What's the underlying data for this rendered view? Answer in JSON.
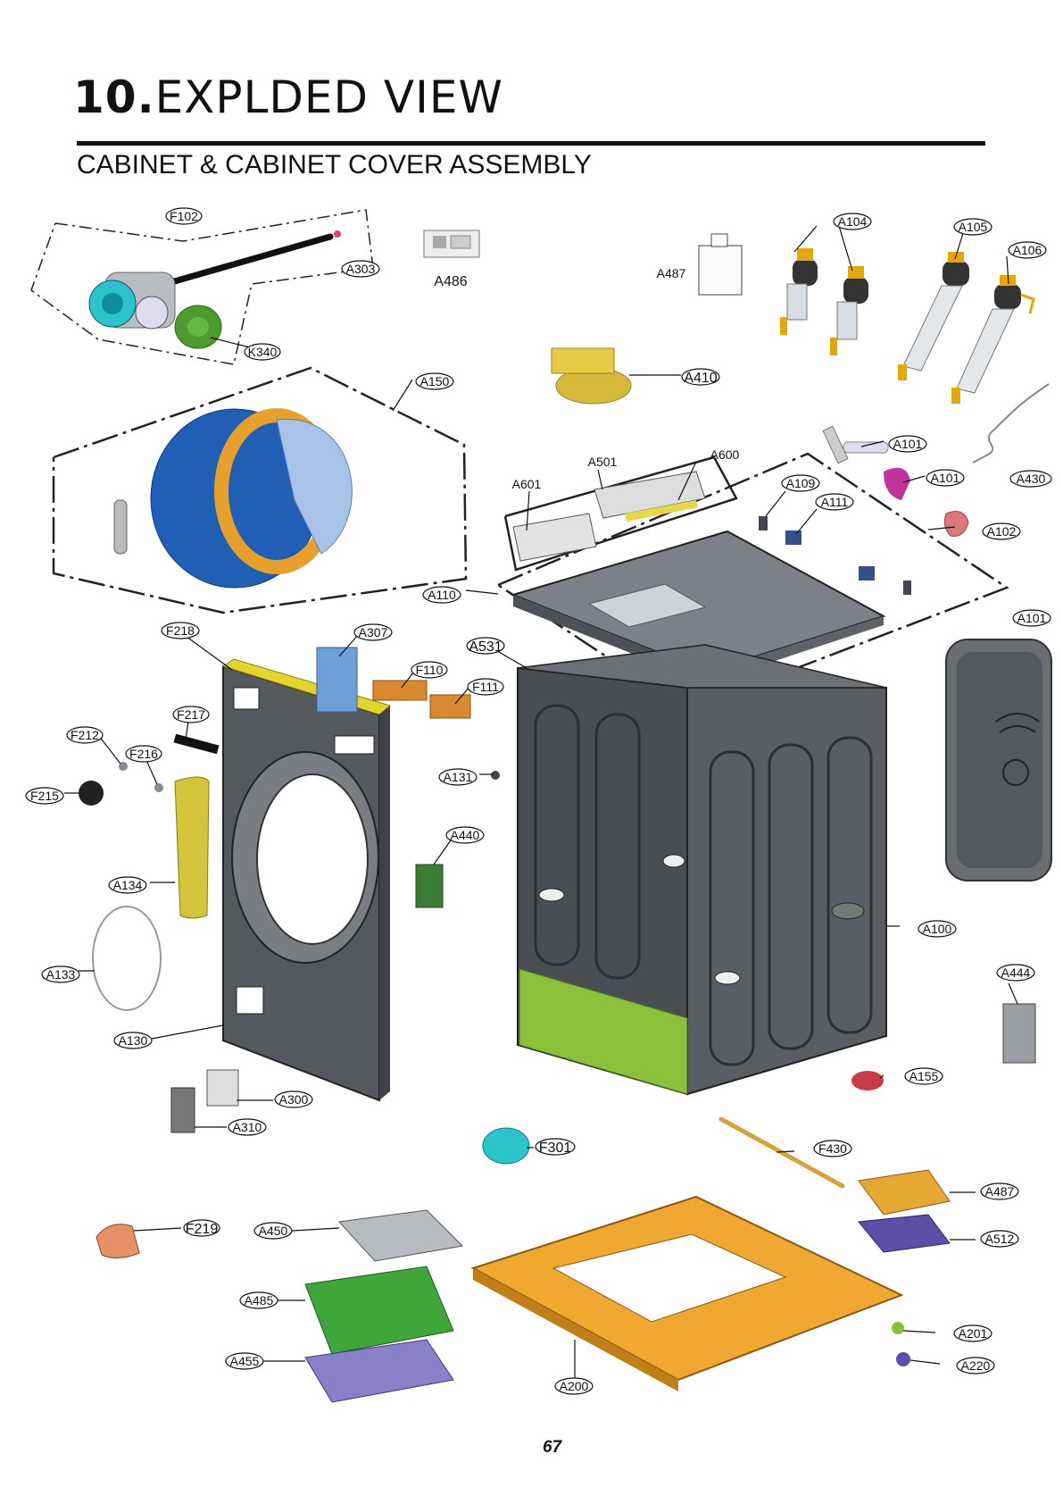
{
  "header": {
    "section_number": "10.",
    "section_title": "EXPLDED VIEW",
    "subtitle": "CABINET & CABINET COVER ASSEMBLY"
  },
  "footer": {
    "page_number": "67"
  },
  "callouts": {
    "F102": "F102",
    "A303": "A303",
    "A486": "A486",
    "A487_top": "A487",
    "A104": "A104",
    "A105": "A105",
    "A106": "A106",
    "K340": "K340",
    "A150": "A150",
    "A410": "A410",
    "A101_a": "A101",
    "A101_b": "A101",
    "A430": "A430",
    "A501": "A501",
    "A600": "A600",
    "A601": "A601",
    "A109": "A109",
    "A111": "A111",
    "A102": "A102",
    "A110": "A110",
    "A101_c": "A101",
    "F218": "F218",
    "A307": "A307",
    "A531": "A531",
    "F110": "F110",
    "F111": "F111",
    "F217": "F217",
    "F212": "F212",
    "F216": "F216",
    "F215": "F215",
    "A131": "A131",
    "A440": "A440",
    "A134": "A134",
    "A100": "A100",
    "A133": "A133",
    "A444": "A444",
    "A130": "A130",
    "A155": "A155",
    "A300": "A300",
    "A310": "A310",
    "F301": "F301",
    "F430": "F430",
    "A487_bottom": "A487",
    "F219": "F219",
    "A450": "A450",
    "A512": "A512",
    "A485": "A485",
    "A201": "A201",
    "A455": "A455",
    "A220": "A220",
    "A200": "A200"
  },
  "colors": {
    "cabinet": "#55595e",
    "cabinet_dark": "#3a3d41",
    "door_blue": "#1f5fb5",
    "gasket_orange": "#e8a02a",
    "base_orange": "#f0a830",
    "frame_green": "#8cbf3a",
    "filter_green": "#4d9a2f",
    "pump_cyan": "#2cc4cc",
    "dispenser_green": "#3ea63a",
    "tray_purple": "#5b4fa8",
    "gold": "#d6b93a",
    "magenta": "#c0339a"
  }
}
